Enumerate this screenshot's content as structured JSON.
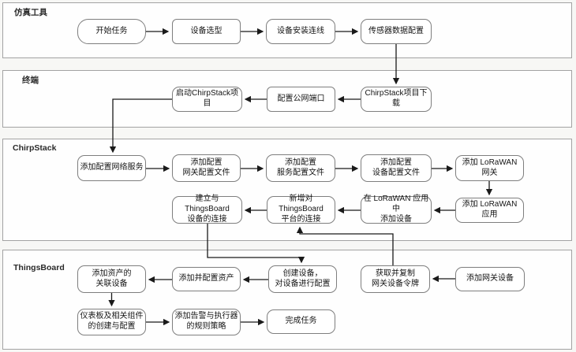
{
  "diagram": {
    "title_hint": "IoT simulation workflow flowchart",
    "lanes": [
      {
        "id": "simulation-tools",
        "label": "仿真工具",
        "boxes": [
          {
            "id": "start_task",
            "text": "开始任务"
          },
          {
            "id": "device_selection",
            "text": "设备选型"
          },
          {
            "id": "device_install_wiring",
            "text": "设备安装连线"
          },
          {
            "id": "sensor_data_config",
            "text": "传感器数据配置"
          }
        ]
      },
      {
        "id": "terminal",
        "label": "终端",
        "boxes": [
          {
            "id": "launch_chirpstack",
            "text": "启动ChirpStack项目"
          },
          {
            "id": "config_public_port",
            "text": "配置公网端口"
          },
          {
            "id": "chirpstack_download",
            "text": "ChirpStack项目下载"
          }
        ]
      },
      {
        "id": "chirpstack",
        "label": "ChirpStack",
        "boxes": [
          {
            "id": "add_network_service",
            "text": "添加配置网络服务"
          },
          {
            "id": "gateway_config_file",
            "text": "添加配置\n网关配置文件"
          },
          {
            "id": "service_config_file",
            "text": "添加配置\n服务配置文件"
          },
          {
            "id": "device_config_file",
            "text": "添加配置\n设备配置文件"
          },
          {
            "id": "add_lorawan_gateway",
            "text": "添加 LoRaWAN 网关"
          },
          {
            "id": "establish_device_connection",
            "text": "建立与ThingsBoard\n设备的连接"
          },
          {
            "id": "add_thingsboard_connection",
            "text": "新增对ThingsBoard\n平台的连接"
          },
          {
            "id": "add_device_in_app",
            "text": "在 LoRaWAN 应用中\n添加设备"
          },
          {
            "id": "add_lorawan_app",
            "text": "添加 LoRaWAN 应用"
          }
        ]
      },
      {
        "id": "thingsboard",
        "label": "ThingsBoard",
        "boxes": [
          {
            "id": "add_asset_related_device",
            "text": "添加资产的\n关联设备"
          },
          {
            "id": "add_configure_asset",
            "text": "添加并配置资产"
          },
          {
            "id": "create_device_configure",
            "text": "创建设备，\n对设备进行配置"
          },
          {
            "id": "get_copy_gateway_token",
            "text": "获取并复制\n网关设备令牌"
          },
          {
            "id": "add_gateway_device",
            "text": "添加网关设备"
          },
          {
            "id": "dashboard_components",
            "text": "仪表板及相关组件\n的创建与配置"
          },
          {
            "id": "alarm_rules",
            "text": "添加告警与执行器\n的规则策略"
          },
          {
            "id": "finish_task",
            "text": "完成任务"
          }
        ]
      }
    ],
    "edges": [
      {
        "from": "start_task",
        "to": "device_selection"
      },
      {
        "from": "device_selection",
        "to": "device_install_wiring"
      },
      {
        "from": "device_install_wiring",
        "to": "sensor_data_config"
      },
      {
        "from": "sensor_data_config",
        "to": "chirpstack_download"
      },
      {
        "from": "chirpstack_download",
        "to": "config_public_port"
      },
      {
        "from": "config_public_port",
        "to": "launch_chirpstack"
      },
      {
        "from": "launch_chirpstack",
        "to": "add_network_service"
      },
      {
        "from": "add_network_service",
        "to": "gateway_config_file"
      },
      {
        "from": "gateway_config_file",
        "to": "service_config_file"
      },
      {
        "from": "service_config_file",
        "to": "device_config_file"
      },
      {
        "from": "device_config_file",
        "to": "add_lorawan_gateway"
      },
      {
        "from": "add_lorawan_gateway",
        "to": "add_lorawan_app"
      },
      {
        "from": "add_lorawan_app",
        "to": "add_device_in_app"
      },
      {
        "from": "add_device_in_app",
        "to": "add_thingsboard_connection"
      },
      {
        "from": "add_thingsboard_connection",
        "to": "establish_device_connection"
      },
      {
        "from": "establish_device_connection",
        "to": "create_device_configure"
      },
      {
        "from": "add_gateway_device",
        "to": "get_copy_gateway_token"
      },
      {
        "from": "get_copy_gateway_token",
        "to": "add_thingsboard_connection"
      },
      {
        "from": "create_device_configure",
        "to": "add_configure_asset"
      },
      {
        "from": "add_configure_asset",
        "to": "add_asset_related_device"
      },
      {
        "from": "add_asset_related_device",
        "to": "dashboard_components"
      },
      {
        "from": "dashboard_components",
        "to": "alarm_rules"
      },
      {
        "from": "alarm_rules",
        "to": "finish_task"
      }
    ],
    "colors": {
      "lane_border": "#a3a3a3",
      "node_border": "#7e7e7e",
      "node_fill": "#ffffff",
      "connector": "#1a1a1a",
      "text": "#141414"
    }
  }
}
